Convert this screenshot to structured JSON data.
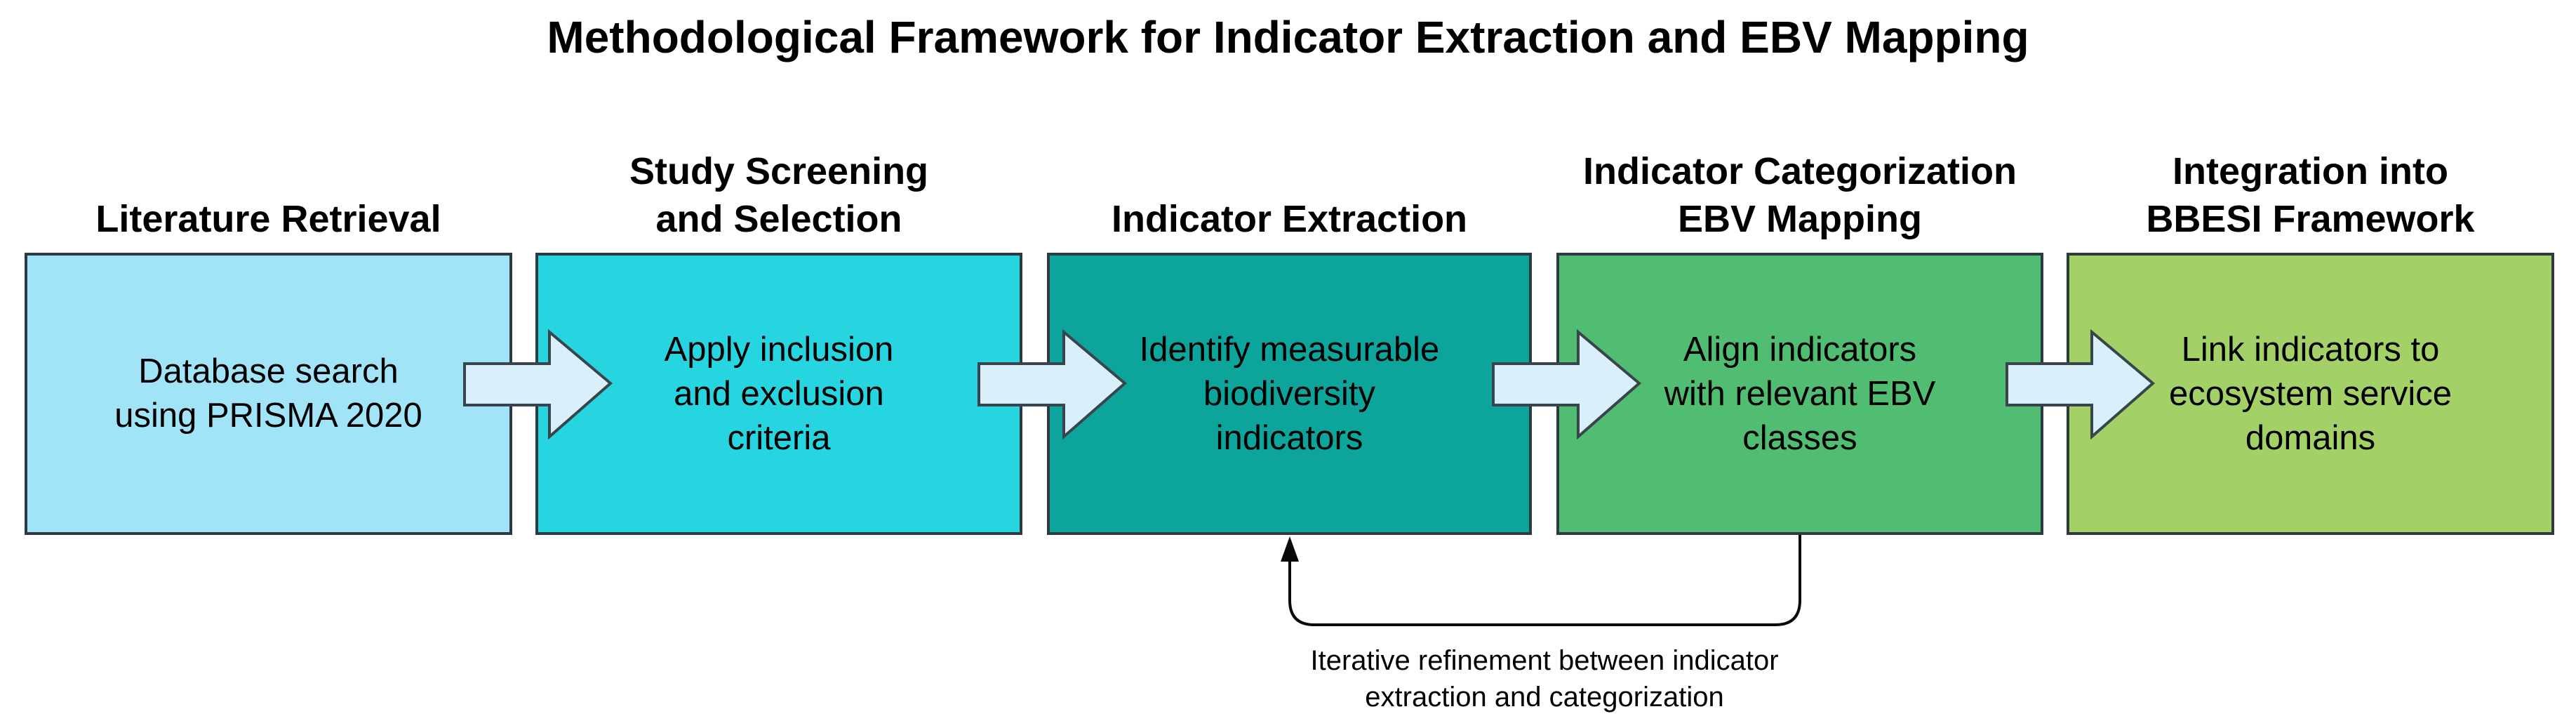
{
  "title": "Methodological Framework for Indicator Extraction and EBV Mapping",
  "stages": [
    {
      "header": "Literature Retrieval",
      "body": "Database search\nusing PRISMA 2020",
      "color": "#A1E4F8"
    },
    {
      "header": "Study Screening\nand Selection",
      "body": "Apply inclusion\nand exclusion\ncriteria",
      "color": "#26D5DF"
    },
    {
      "header": "Indicator Extraction",
      "body": "Identify measurable\nbiodiversity\nindicators",
      "color": "#0CA49B"
    },
    {
      "header": "Indicator Categorization\nEBV Mapping",
      "body": "Align indicators\nwith relevant EBV\nclasses",
      "color": "#50BD72"
    },
    {
      "header": "Integration into\nBBESI Framework",
      "body": "Link indicators to\necosystem service\ndomains",
      "color": "#A3D167"
    }
  ],
  "feedback_loop": {
    "label": "Iterative refinement between indicator\nextraction and categorization"
  },
  "colors": {
    "arrow_fill": "#D9F0FB",
    "arrow_stroke": "#3A444C",
    "box_border": "#2F3A40",
    "loop_color": "#0A0A0A",
    "text_color": "#000000"
  }
}
